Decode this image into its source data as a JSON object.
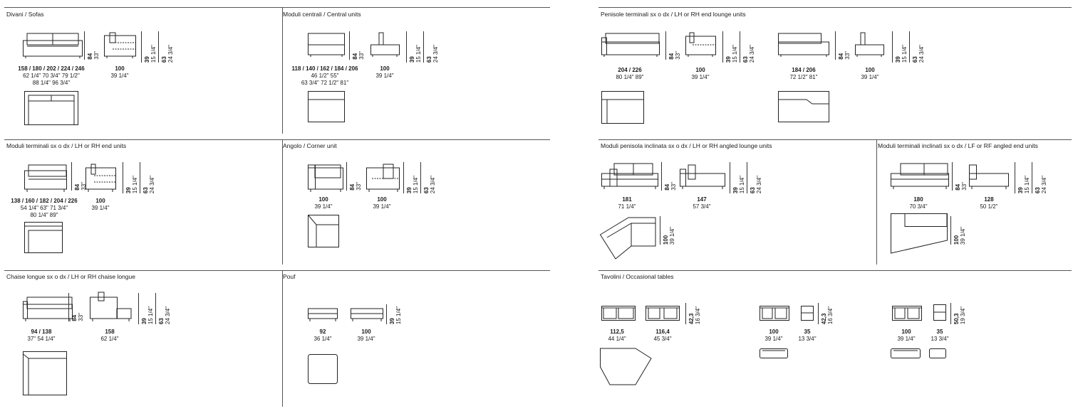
{
  "sections": {
    "sofas": "Divani / Sofas",
    "central": "Moduli centrali / Central units",
    "lounge_end": "Penisole terminali  sx o dx / LH or RH end lounge units",
    "end_units": "Moduli terminali sx o dx / LH or RH end units",
    "corner": "Angolo / Corner unit",
    "angled_lounge": "Moduli penisola inclinata sx o dx / LH or RH angled lounge units",
    "angled_end": "Moduli terminali inclinati sx o dx / LF or RF angled end units",
    "chaise": "Chaise longue sx o dx / LH or RH chaise longue",
    "pouf": "Pouf",
    "tables": "Tavolini / Occasional tables"
  },
  "dims": {
    "sofa_w": "158 / 180 / 202 / 224 / 246",
    "sofa_w_in1": "62 1/4\"  70 3/4\"  79 1/2\"",
    "sofa_w_in2": "88 1/4\"  96 3/4\"",
    "sofa_h": "84",
    "sofa_h_in": "33\"",
    "sofa_d": "100",
    "sofa_d_in": "39 1/4\"",
    "sofa_seat": "39",
    "sofa_seat_in": "15 1/4\"",
    "sofa_arm": "63",
    "sofa_arm_in": "24 3/4\"",
    "central_w": "118 / 140 / 162 / 184 / 206",
    "central_w_in1": "46 1/2\"  55\"",
    "central_w_in2": "63 3/4\"  72 1/2\"  81\"",
    "central_h": "84",
    "central_h_in": "33\"",
    "central_d": "100",
    "central_d_in": "39 1/4\"",
    "central_seat": "39",
    "central_seat_in": "15 1/4\"",
    "central_arm": "63",
    "central_arm_in": "24 3/4\"",
    "lounge_w1": "204 / 226",
    "lounge_w1_in": "80 1/4\"  89\"",
    "lounge_h1": "84",
    "lounge_h1_in": "33\"",
    "lounge_d1": "100",
    "lounge_d1_in": "39 1/4\"",
    "lounge_seat1": "39",
    "lounge_seat1_in": "15 1/4\"",
    "lounge_arm1": "63",
    "lounge_arm1_in": "24 3/4\"",
    "lounge_w2": "184 / 206",
    "lounge_w2_in": "72 1/2\"  81\"",
    "lounge_h2": "84",
    "lounge_h2_in": "33\"",
    "lounge_d2": "100",
    "lounge_d2_in": "39 1/4\"",
    "lounge_seat2": "39",
    "lounge_seat2_in": "15 1/4\"",
    "lounge_arm2": "63",
    "lounge_arm2_in": "24 3/4\"",
    "end_w": "138 / 160 / 182 / 204 / 226",
    "end_w_in1": "54 1/4\"  63\"  71 3/4\"",
    "end_w_in2": "80 1/4\"  89\"",
    "end_h": "84",
    "end_h_in": "33\"",
    "end_d": "100",
    "end_d_in": "39 1/4\"",
    "end_seat": "39",
    "end_seat_in": "15 1/4\"",
    "end_arm": "63",
    "end_arm_in": "24 3/4\"",
    "corner_w": "100",
    "corner_w_in": "39 1/4\"",
    "corner_h": "84",
    "corner_h_in": "33\"",
    "corner_d": "100",
    "corner_d_in": "39 1/4\"",
    "corner_seat": "39",
    "corner_seat_in": "15 1/4\"",
    "corner_arm": "63",
    "corner_arm_in": "24 3/4\"",
    "al_w": "181",
    "al_w_in": "71 1/4\"",
    "al_h": "84",
    "al_h_in": "33\"",
    "al_d": "147",
    "al_d_in": "57 3/4\"",
    "al_seat": "39",
    "al_seat_in": "15 1/4\"",
    "al_arm": "63",
    "al_arm_in": "24 3/4\"",
    "al_plan": "100",
    "al_plan_in": "39 1/4\"",
    "ae_w": "180",
    "ae_w_in": "70 3/4\"",
    "ae_h": "84",
    "ae_h_in": "33\"",
    "ae_d": "128",
    "ae_d_in": "50 1/2\"",
    "ae_seat": "39",
    "ae_seat_in": "15 1/4\"",
    "ae_arm": "63",
    "ae_arm_in": "24 3/4\"",
    "ae_plan": "100",
    "ae_plan_in": "39 1/4\"",
    "chaise_w": "94 / 138",
    "chaise_w_in": "37\"  54 1/4\"",
    "chaise_h": "84",
    "chaise_h_in": "33\"",
    "chaise_d": "158",
    "chaise_d_in": "62 1/4\"",
    "chaise_seat": "39",
    "chaise_seat_in": "15 1/4\"",
    "chaise_arm": "63",
    "chaise_arm_in": "24 3/4\"",
    "pouf_w1": "92",
    "pouf_w1_in": "36 1/4\"",
    "pouf_w2": "100",
    "pouf_w2_in": "39 1/4\"",
    "pouf_h": "39",
    "pouf_h_in": "15 1/4\"",
    "t1_w": "112,5",
    "t1_w_in": "44 1/4\"",
    "t2_w": "116,4",
    "t2_w_in": "45 3/4\"",
    "t2_h": "42,3",
    "t2_h_in": "16 3/4\"",
    "t3_w": "100",
    "t3_w_in": "39 1/4\"",
    "t3_d": "35",
    "t3_d_in": "13 3/4\"",
    "t3_h": "42,3",
    "t3_h_in": "16 3/4\"",
    "t4_w": "100",
    "t4_w_in": "39 1/4\"",
    "t4_d": "35",
    "t4_d_in": "13 3/4\"",
    "t4_h": "50,3",
    "t4_h_in": "19 3/4\""
  }
}
